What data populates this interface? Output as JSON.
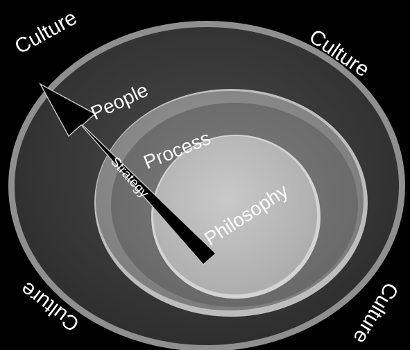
{
  "diagram": {
    "culture_labels": [
      "Culture",
      "Culture",
      "Culture",
      "Culture"
    ],
    "people_label": "People",
    "process_label": "Process",
    "philosophy_label": "Philosophy",
    "strategy_label": "Strategy",
    "colors": {
      "background": "#000000",
      "outer_rim": "#8f8f8f",
      "culture_fill": "#3b3b3b",
      "people_rim": "#bdbdbd",
      "people_fill": "#8a8a8a",
      "process_fill": "#707070",
      "philosophy_fill": "#bababa",
      "arrow": "#000000",
      "text": "#ffffff"
    }
  }
}
